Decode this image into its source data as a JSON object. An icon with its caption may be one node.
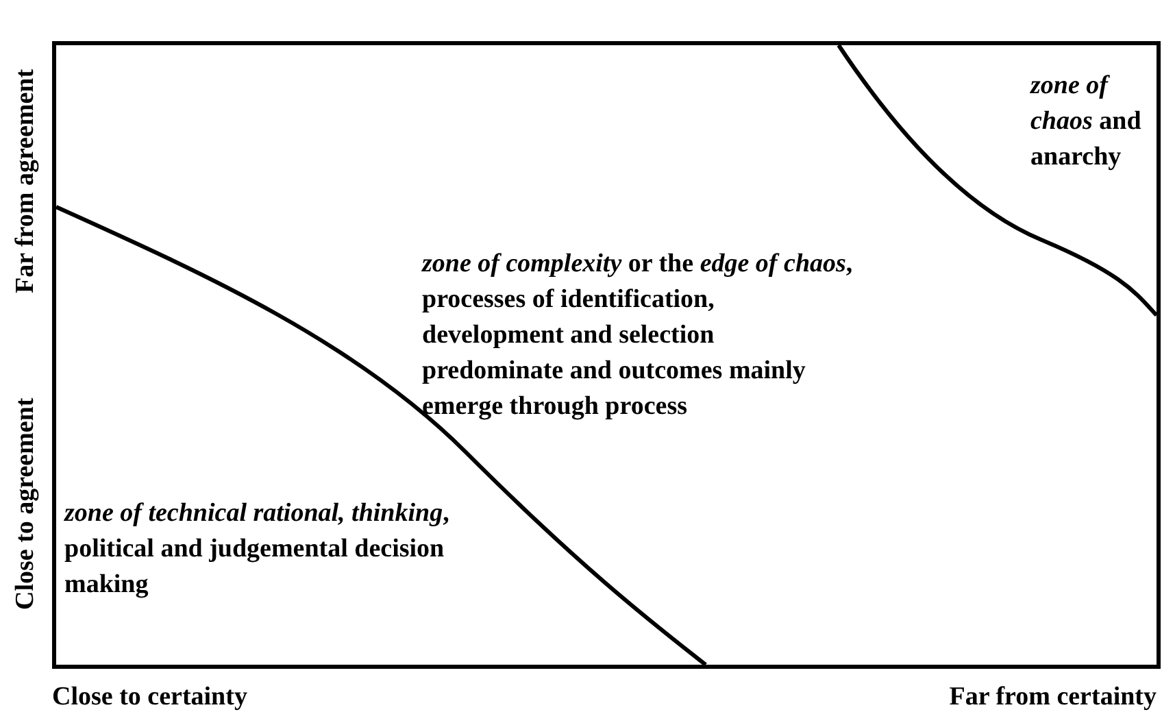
{
  "diagram": {
    "labels": [
      "Far from agreement",
      "Close to agreement",
      "*zone of chaos* and anarchy",
      "*zone of complexity* or the *edge of chaos*, processes of identification, development and selection predominate and outcomes mainly emerge through process",
      "*zone of technical rational, thinking*, political and judgemental decision making",
      "Close to certainty",
      "Far from certainty"
    ]
  }
}
